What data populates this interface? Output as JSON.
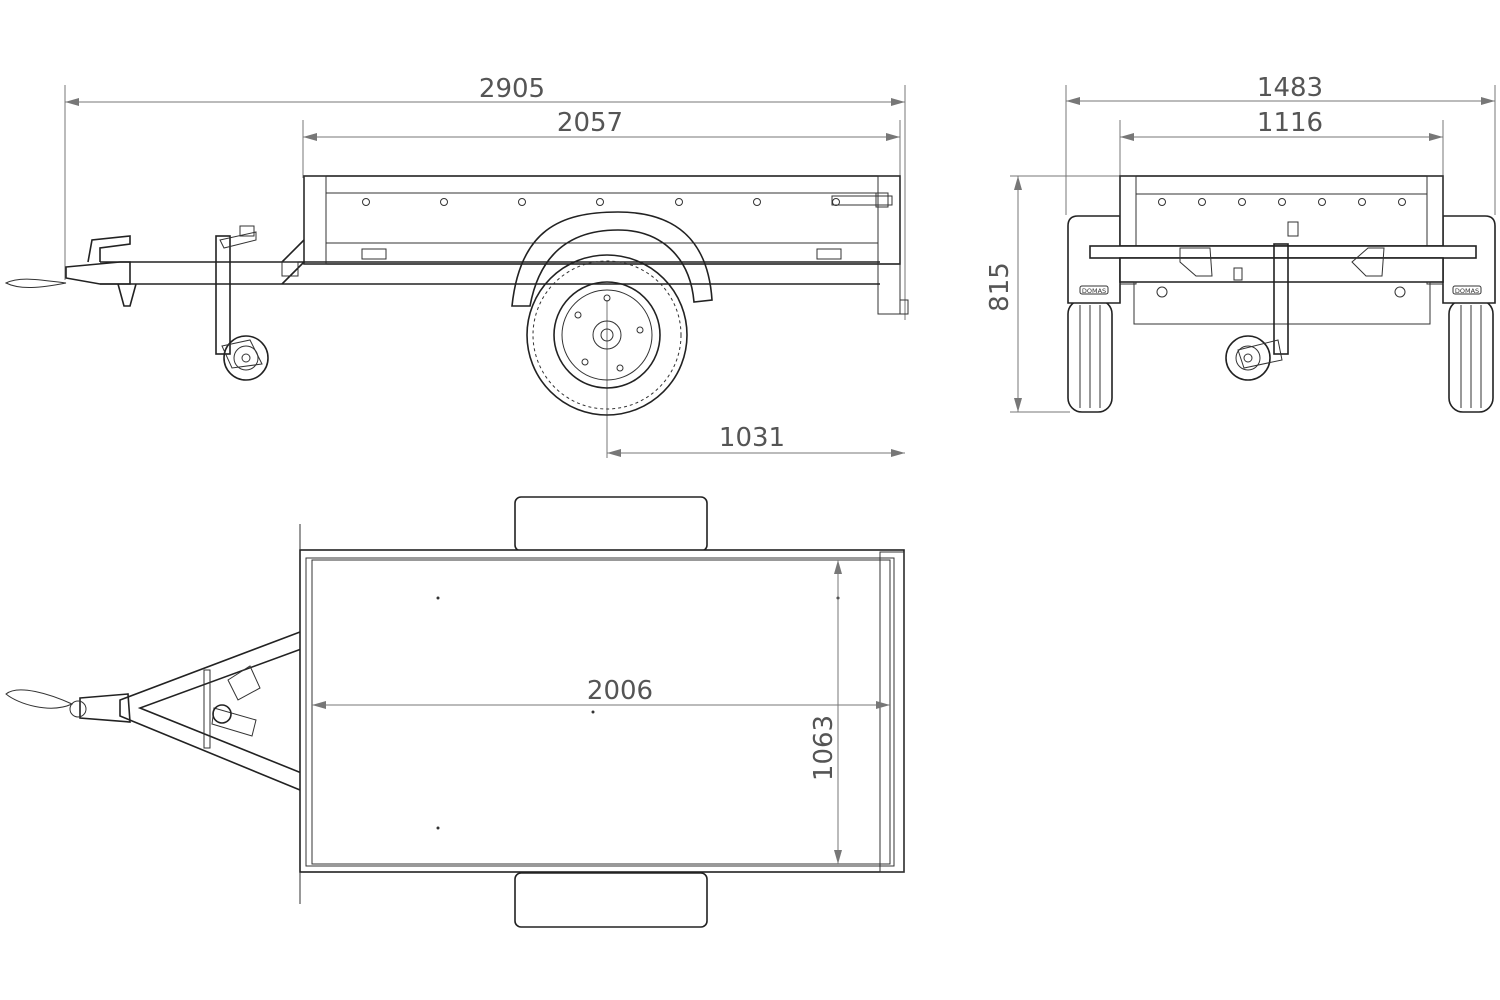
{
  "dimensions": {
    "overall_length": "2905",
    "box_length": "2057",
    "axle_to_rear": "1031",
    "overall_width": "1483",
    "box_width": "1116",
    "overall_height": "815",
    "inner_length": "2006",
    "inner_width": "1063"
  },
  "brand_label_left": "DOMAS",
  "brand_label_right": "DOMAS",
  "colors": {
    "line": "#222222",
    "dimension": "#777777",
    "text": "#555555"
  }
}
